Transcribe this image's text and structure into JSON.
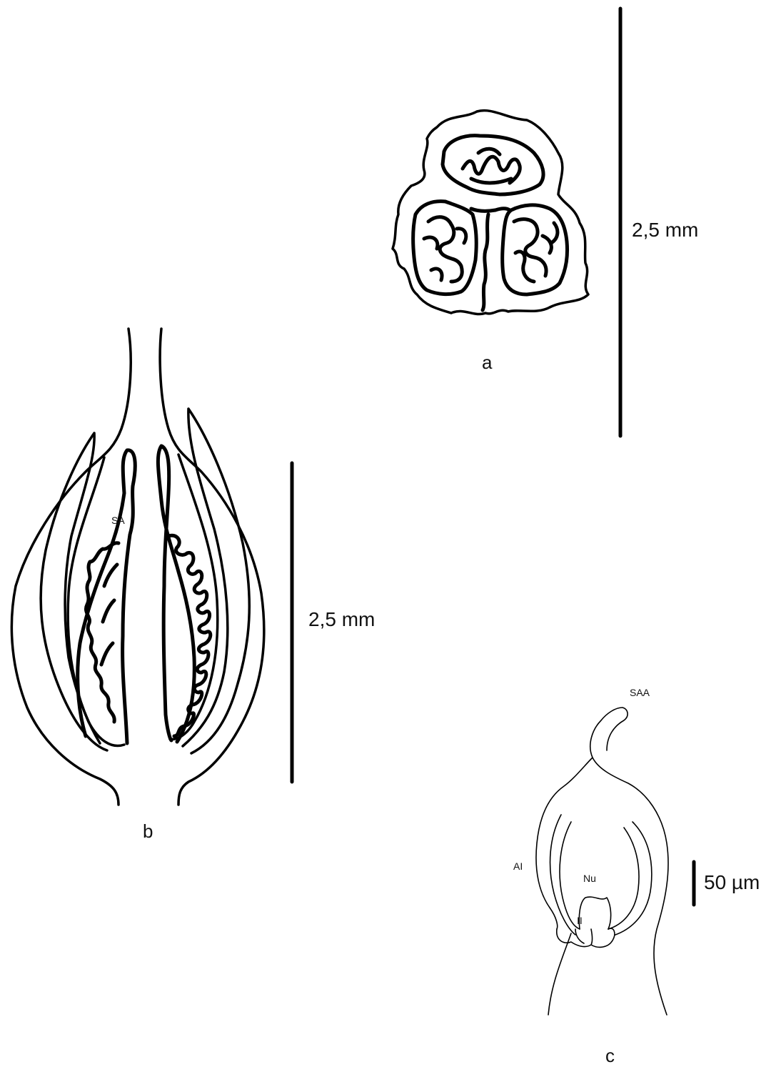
{
  "figure": {
    "panel_a": {
      "letter": "a",
      "scale_label": "2,5 mm"
    },
    "panel_b": {
      "letter": "b",
      "scale_label": "2,5 mm",
      "annotation_sa": "SA"
    },
    "panel_c": {
      "letter": "c",
      "scale_label": "50 µm",
      "annotation_saa": "SAA",
      "annotation_ai": "AI",
      "annotation_nu": "Nu",
      "annotation_ii": "II"
    }
  }
}
